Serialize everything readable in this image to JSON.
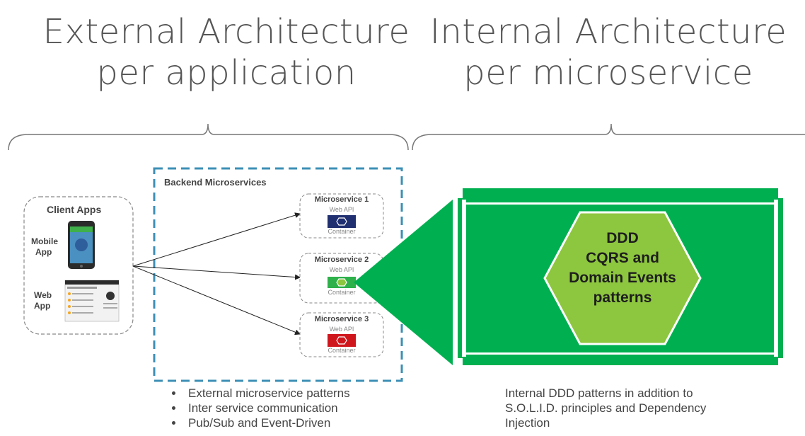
{
  "headings": {
    "external": [
      "External Architecture",
      "per application"
    ],
    "internal": [
      "Internal Architecture",
      "per microservice"
    ]
  },
  "client_apps": {
    "title": "Client Apps",
    "mobile": [
      "Mobile",
      "App"
    ],
    "web": [
      "Web",
      "App"
    ]
  },
  "backend": {
    "title": "Backend Microservices",
    "services": [
      {
        "name": "Microservice 1",
        "api": "Web API",
        "container": "Container",
        "color": "#1f2f70"
      },
      {
        "name": "Microservice 2",
        "api": "Web API",
        "container": "Container",
        "color": "#2eb04a"
      },
      {
        "name": "Microservice 3",
        "api": "Web API",
        "container": "Container",
        "color": "#d0161d"
      }
    ]
  },
  "bullets": [
    "External microservice patterns",
    "Inter service communication",
    "Pub/Sub and Event-Driven"
  ],
  "hexagon_lines": [
    "DDD",
    "CQRS and",
    "Domain Events",
    "patterns"
  ],
  "internal_description": "Internal DDD patterns in addition to S.O.L.I.D. principles and Dependency Injection",
  "colors": {
    "green": "#00b050",
    "light_green": "#8dc63f",
    "dash_blue": "#3d8fb5"
  }
}
